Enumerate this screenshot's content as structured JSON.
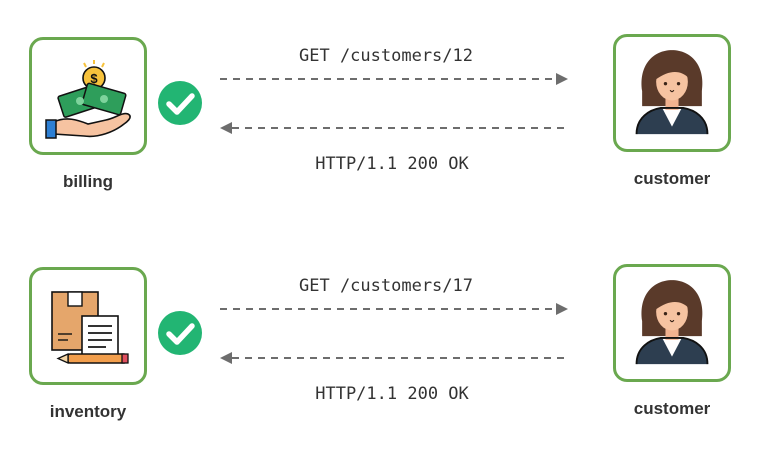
{
  "colors": {
    "box_border": "#6aa84f",
    "check_green": "#22b573",
    "arrow": "#6d6d6d",
    "text": "#333333"
  },
  "rows": [
    {
      "service_label": "billing",
      "service_icon": "money-hand-icon",
      "request": "GET /customers/12",
      "response": "HTTP/1.1 200 OK",
      "client_label": "customer",
      "client_icon": "woman-avatar-icon"
    },
    {
      "service_label": "inventory",
      "service_icon": "inventory-clipboard-icon",
      "request": "GET /customers/17",
      "response": "HTTP/1.1 200 OK",
      "client_label": "customer",
      "client_icon": "woman-avatar-icon"
    }
  ]
}
